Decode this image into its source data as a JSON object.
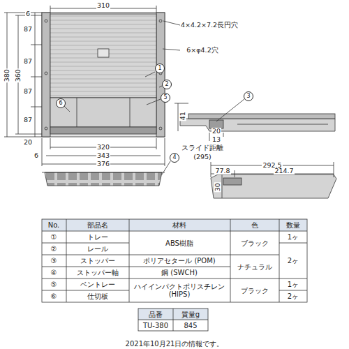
{
  "diagram": {
    "nodes": [
      {
        "text": [
          "1"
        ]
      },
      {
        "text": [
          "2"
        ]
      },
      {
        "text": [
          "5"
        ]
      },
      {
        "text": [
          "6"
        ]
      },
      {
        "text": [
          "3"
        ]
      },
      {
        "text": [
          "4"
        ]
      }
    ],
    "labels": [
      "310",
      "6",
      "87",
      "87",
      "380",
      "360",
      "87",
      "87",
      "20",
      "4×4.2×7.2長円穴",
      "6×φ4.2穴",
      "41",
      "20",
      "13",
      "スライド距離",
      "(295)",
      "6",
      "320",
      "343",
      "376",
      "292.5",
      "77.8",
      "214.7",
      "30",
      "No.",
      "部品名",
      "材料",
      "色",
      "数量",
      "①",
      "トレー",
      "ABS樹脂",
      "ブラック",
      "1ヶ",
      "②",
      "レール",
      "③",
      "ストッパー",
      "ポリアセタール (POM)",
      "ナチュラル",
      "2ヶ",
      "④",
      "ストッパー軸",
      "鋼 (SWCH)",
      "⑤",
      "ベントレー",
      "ハイインパクトポリスチレン (HIPS)",
      "ブラック",
      "1ヶ",
      "⑥",
      "仕切板",
      "2ヶ",
      "品番",
      "質量g",
      "TU-380",
      "845",
      "2021年10月21日の情報です。"
    ]
  }
}
